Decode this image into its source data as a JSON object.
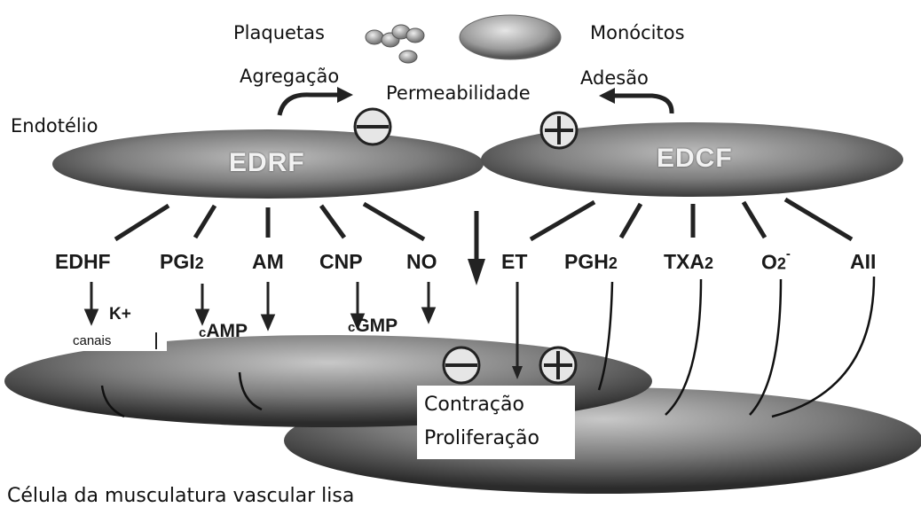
{
  "top": {
    "platelets": "Plaquetas",
    "monocytes": "Monócitos",
    "aggregation": "Agregação",
    "permeability": "Permeabilidade",
    "adhesion": "Adesão"
  },
  "endothelium_label": "Endotélio",
  "cells": {
    "left": "EDRF",
    "right": "EDCF"
  },
  "relaxing_factors": [
    {
      "label": "EDHF"
    },
    {
      "label": "PGI",
      "sub": "2"
    },
    {
      "label": "AM"
    },
    {
      "label": "CNP"
    },
    {
      "label": "NO"
    }
  ],
  "contracting_factors": [
    {
      "label": "ET"
    },
    {
      "label": "PGH",
      "sub": "2"
    },
    {
      "label": "TXA",
      "sub": "2"
    },
    {
      "label": "O",
      "sub": "2",
      "sup": "-"
    },
    {
      "label": "AII"
    }
  ],
  "mediators": {
    "k_plus": "K+",
    "channels": "canais",
    "camp_prefix": "c",
    "camp": "AMP",
    "cgmp_prefix": "c",
    "cgmp": "GMP"
  },
  "effects": {
    "contraction": "Contração",
    "proliferation": "Proliferação"
  },
  "bottom_label": "Célula da musculatura vascular lisa",
  "symbols": {
    "minus": "minus-circle",
    "plus": "plus-circle"
  }
}
